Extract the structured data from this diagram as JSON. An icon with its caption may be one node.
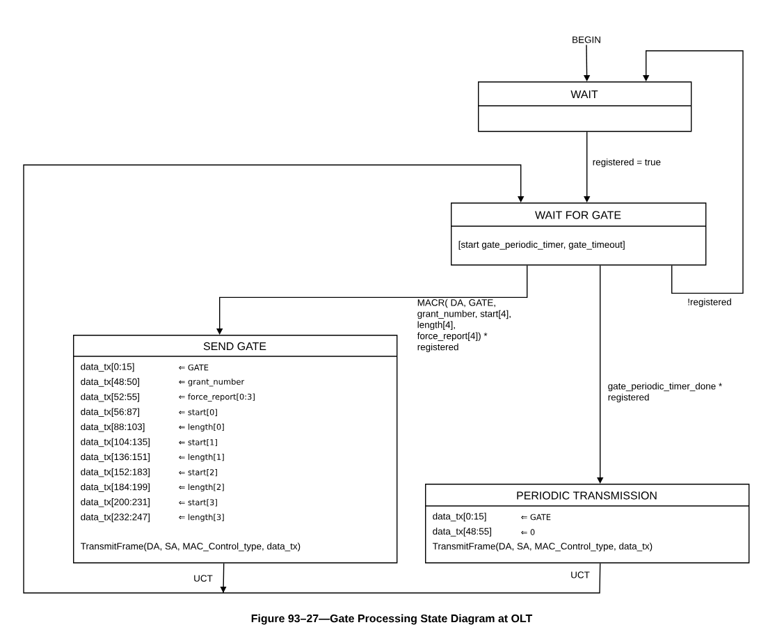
{
  "diagram": {
    "caption": "Figure 93–27—Gate Processing State Diagram at OLT",
    "nodes": [
      {
        "text": [
          "BEGIN"
        ]
      },
      {
        "text": [
          "WAIT"
        ]
      },
      {
        "text": [
          "WAIT FOR GATE",
          "[start gate_periodic_timer, gate_timeout]"
        ]
      },
      {
        "text": [
          "SEND GATE",
          "data_tx[0:15]",
          "⇐ GATE",
          "data_tx[48:50]",
          "⇐ grant_number",
          "data_tx[52:55]",
          "⇐ force_report[0:3]",
          "data_tx[56:87]",
          "⇐ start[0]",
          "data_tx[88:103]",
          "⇐ length[0]",
          "data_tx[104:135]",
          "⇐ start[1]",
          "data_tx[136:151]",
          "⇐ length[1]",
          "data_tx[152:183]",
          "⇐ start[2]",
          "data_tx[184:199]",
          "⇐ length[2]",
          "data_tx[200:231]",
          "⇐ start[3]",
          "data_tx[232:247]",
          "⇐ length[3]",
          "TransmitFrame(DA, SA, MAC_Control_type, data_tx)"
        ]
      },
      {
        "text": [
          "PERIODIC TRANSMISSION",
          "data_tx[0:15]",
          "⇐ GATE",
          "data_tx[48:55]",
          "⇐ 0",
          "TransmitFrame(DA, SA, MAC_Control_type, data_tx)"
        ]
      }
    ],
    "edges": [
      {
        "from": 0,
        "to": 1,
        "arrow": "to"
      },
      {
        "from": 1,
        "to": 2,
        "arrow": "to",
        "label": "registered = true"
      },
      {
        "from": 2,
        "to": 1,
        "arrow": "to",
        "label": "!registered"
      },
      {
        "from": 2,
        "to": 3,
        "arrow": "to",
        "label": "MACR( DA, GATE, grant_number, start[4], length[4], force_report[4]) * registered"
      },
      {
        "from": 2,
        "to": 4,
        "arrow": "to",
        "label": "gate_periodic_timer_done * registered"
      },
      {
        "from": 3,
        "to": 2,
        "arrow": "to",
        "label": "UCT"
      },
      {
        "from": 4,
        "to": 2,
        "arrow": "to",
        "label": "UCT"
      }
    ]
  }
}
